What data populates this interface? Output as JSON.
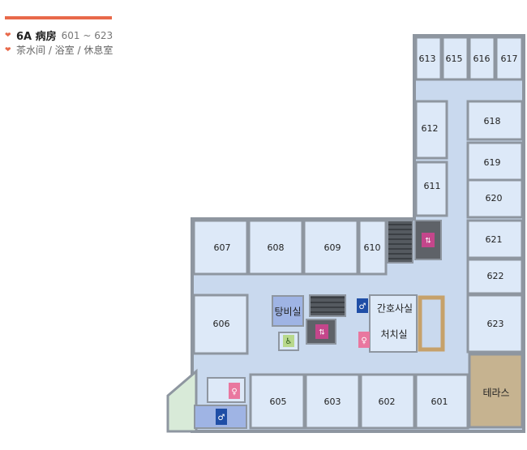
{
  "legend": {
    "ward_name": "6A 病房",
    "ward_range": "601 ~ 623",
    "facilities": "茶水间 / 浴室 / 休息室"
  },
  "rooms": {
    "r613": "613",
    "r615": "615",
    "r616": "616",
    "r617": "617",
    "r612": "612",
    "r618": "618",
    "r619": "619",
    "r611": "611",
    "r620": "620",
    "r621": "621",
    "r622": "622",
    "r623": "623",
    "r607": "607",
    "r608": "608",
    "r609": "609",
    "r610": "610",
    "r606": "606",
    "r605": "605",
    "r603": "603",
    "r602": "602",
    "r601": "601"
  },
  "facilities": {
    "pantry": "탕비실",
    "nurse_station": "간호사실",
    "treatment_room": "처치실",
    "terrace": "테라스"
  },
  "colors": {
    "room_fill": "#dde9f8",
    "wall": "#8e96a0",
    "corridor": "#c9d9ee",
    "pantry_fill": "#9fb4e4",
    "terrace_fill": "#c6b390",
    "accent": "#e8694a"
  }
}
